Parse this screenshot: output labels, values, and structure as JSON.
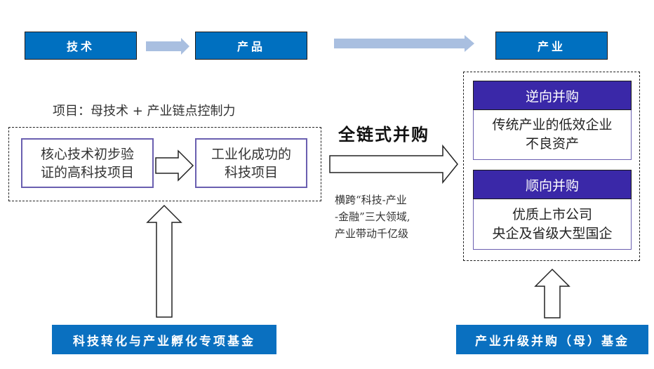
{
  "stages": {
    "tech": "技术",
    "product": "产品",
    "industry": "产业"
  },
  "project_subtitle": "项目：母技术 + 产业链点控制力",
  "projects": {
    "early": "核心技术初步验证的高科技项目",
    "early_lines": [
      "核心技术初步验",
      "证的高科技项目"
    ],
    "industrialized_lines": [
      "工业化成功的",
      "科技项目"
    ]
  },
  "chain_merger": {
    "title": "全链式并购",
    "note_lines": [
      "横跨“科技-产业",
      "-金融”三大领域,",
      "产业带动千亿级"
    ]
  },
  "mergers": [
    {
      "header": "逆向并购",
      "body_lines": [
        "传统产业的低效企业",
        "不良资产"
      ]
    },
    {
      "header": "顺向并购",
      "body_lines": [
        "优质上市公司",
        "央企及省级大型国企"
      ]
    }
  ],
  "funds": {
    "left": "科技转化与产业孵化专项基金",
    "right": "产业升级并购（母）基金"
  },
  "colors": {
    "stage_blue": "#0070c0",
    "merger_purple": "#3a28a8",
    "inner_border": "#6a5fb0",
    "flow_arrow": "#a9bfe0"
  }
}
